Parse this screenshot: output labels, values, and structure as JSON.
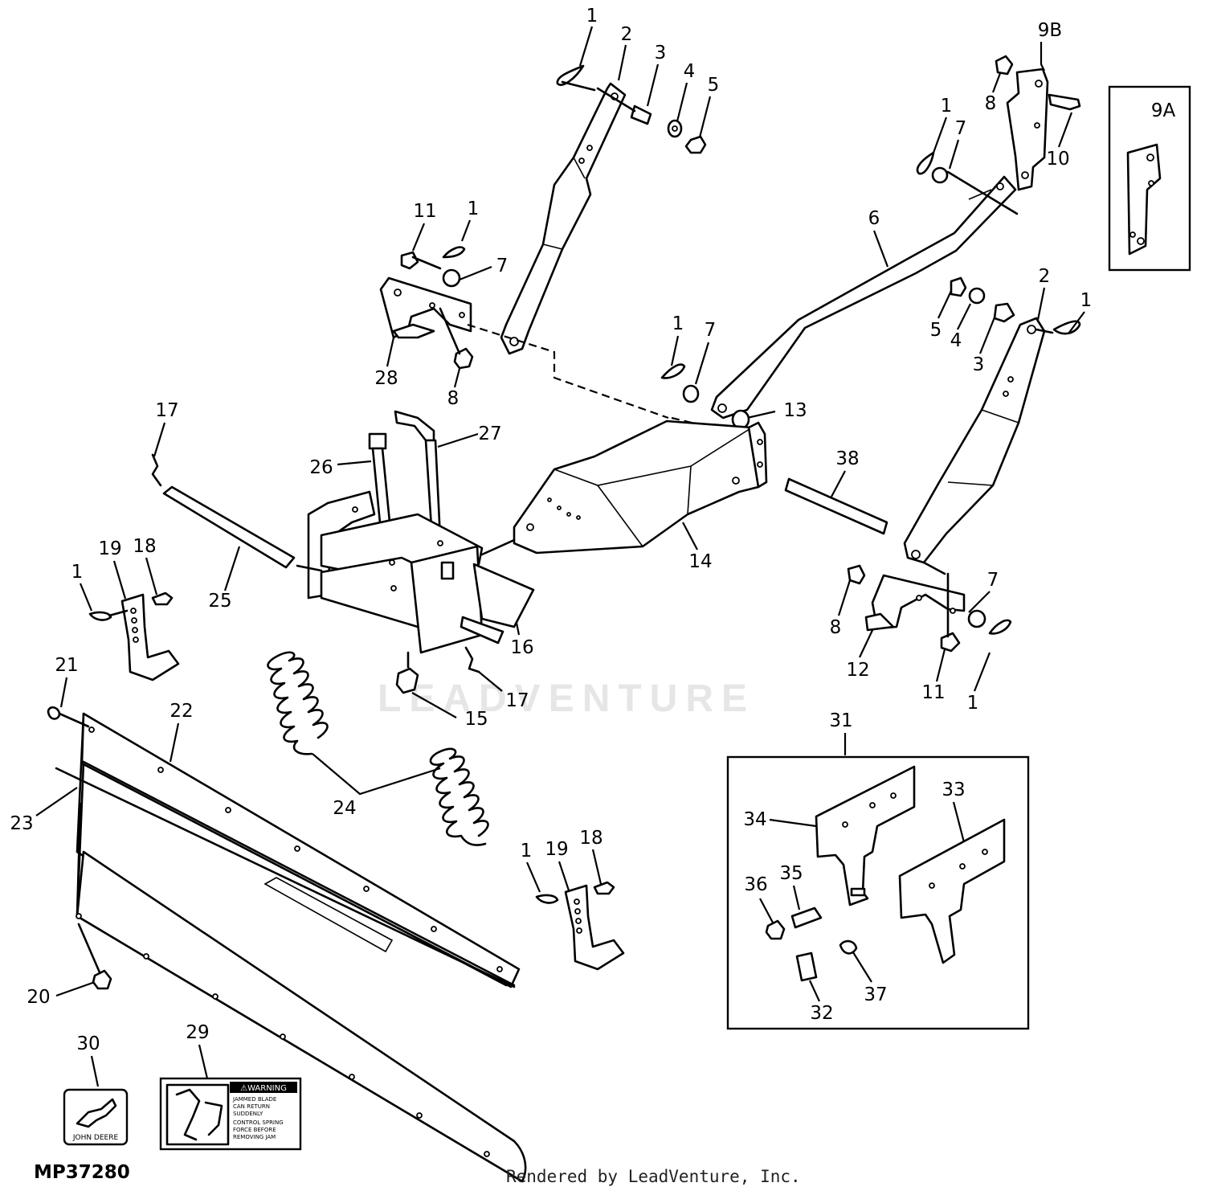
{
  "diagram_code": "MP37280",
  "render_credit": "Rendered by LeadVenture, Inc.",
  "watermark": "LEADVENTURE",
  "decal": {
    "header": "⚠WARNING",
    "lines": [
      "JAMMED BLADE",
      "CAN RETURN",
      "SUDDENLY",
      "CONTROL SPRING",
      "FORCE BEFORE",
      "REMOVING JAM"
    ]
  },
  "logo_text": "JOHN DEERE",
  "callouts": [
    {
      "id": "c1a",
      "text": "1"
    },
    {
      "id": "c2a",
      "text": "2"
    },
    {
      "id": "c3a",
      "text": "3"
    },
    {
      "id": "c4a",
      "text": "4"
    },
    {
      "id": "c5a",
      "text": "5"
    },
    {
      "id": "c9b",
      "text": "9B"
    },
    {
      "id": "c8a",
      "text": "8"
    },
    {
      "id": "c10",
      "text": "10"
    },
    {
      "id": "c9a",
      "text": "9A"
    },
    {
      "id": "c1b",
      "text": "1"
    },
    {
      "id": "c7a",
      "text": "7"
    },
    {
      "id": "c6",
      "text": "6"
    },
    {
      "id": "c11a",
      "text": "11"
    },
    {
      "id": "c1c",
      "text": "1"
    },
    {
      "id": "c7b",
      "text": "7"
    },
    {
      "id": "c28",
      "text": "28"
    },
    {
      "id": "c8b",
      "text": "8"
    },
    {
      "id": "c2b",
      "text": "2"
    },
    {
      "id": "c1d",
      "text": "1"
    },
    {
      "id": "c5b",
      "text": "5"
    },
    {
      "id": "c4b",
      "text": "4"
    },
    {
      "id": "c3b",
      "text": "3"
    },
    {
      "id": "c1e",
      "text": "1"
    },
    {
      "id": "c7c",
      "text": "7"
    },
    {
      "id": "c13",
      "text": "13"
    },
    {
      "id": "c17a",
      "text": "17"
    },
    {
      "id": "c27",
      "text": "27"
    },
    {
      "id": "c26",
      "text": "26"
    },
    {
      "id": "c38",
      "text": "38"
    },
    {
      "id": "c14",
      "text": "14"
    },
    {
      "id": "c19a",
      "text": "19"
    },
    {
      "id": "c18a",
      "text": "18"
    },
    {
      "id": "c1f",
      "text": "1"
    },
    {
      "id": "c25",
      "text": "25"
    },
    {
      "id": "c16",
      "text": "16"
    },
    {
      "id": "c7d",
      "text": "7"
    },
    {
      "id": "c8c",
      "text": "8"
    },
    {
      "id": "c12",
      "text": "12"
    },
    {
      "id": "c11b",
      "text": "11"
    },
    {
      "id": "c1g",
      "text": "1"
    },
    {
      "id": "c17b",
      "text": "17"
    },
    {
      "id": "c15",
      "text": "15"
    },
    {
      "id": "c21",
      "text": "21"
    },
    {
      "id": "c22",
      "text": "22"
    },
    {
      "id": "c31",
      "text": "31"
    },
    {
      "id": "c23",
      "text": "23"
    },
    {
      "id": "c24",
      "text": "24"
    },
    {
      "id": "c34",
      "text": "34"
    },
    {
      "id": "c33",
      "text": "33"
    },
    {
      "id": "c1h",
      "text": "1"
    },
    {
      "id": "c19b",
      "text": "19"
    },
    {
      "id": "c18b",
      "text": "18"
    },
    {
      "id": "c36",
      "text": "36"
    },
    {
      "id": "c35",
      "text": "35"
    },
    {
      "id": "c20",
      "text": "20"
    },
    {
      "id": "c37",
      "text": "37"
    },
    {
      "id": "c32",
      "text": "32"
    },
    {
      "id": "c30",
      "text": "30"
    },
    {
      "id": "c29",
      "text": "29"
    }
  ]
}
